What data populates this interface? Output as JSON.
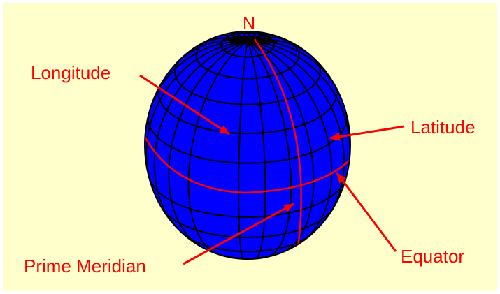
{
  "labels": {
    "north": "N",
    "longitude": "Longitude",
    "latitude": "Latitude",
    "equator": "Equator",
    "prime_meridian": "Prime Meridian"
  },
  "colors": {
    "background": "#ffffcc",
    "globe": "#0000ff",
    "grid": "#000000",
    "highlight": "#ff0000",
    "label": "#ff0000"
  }
}
